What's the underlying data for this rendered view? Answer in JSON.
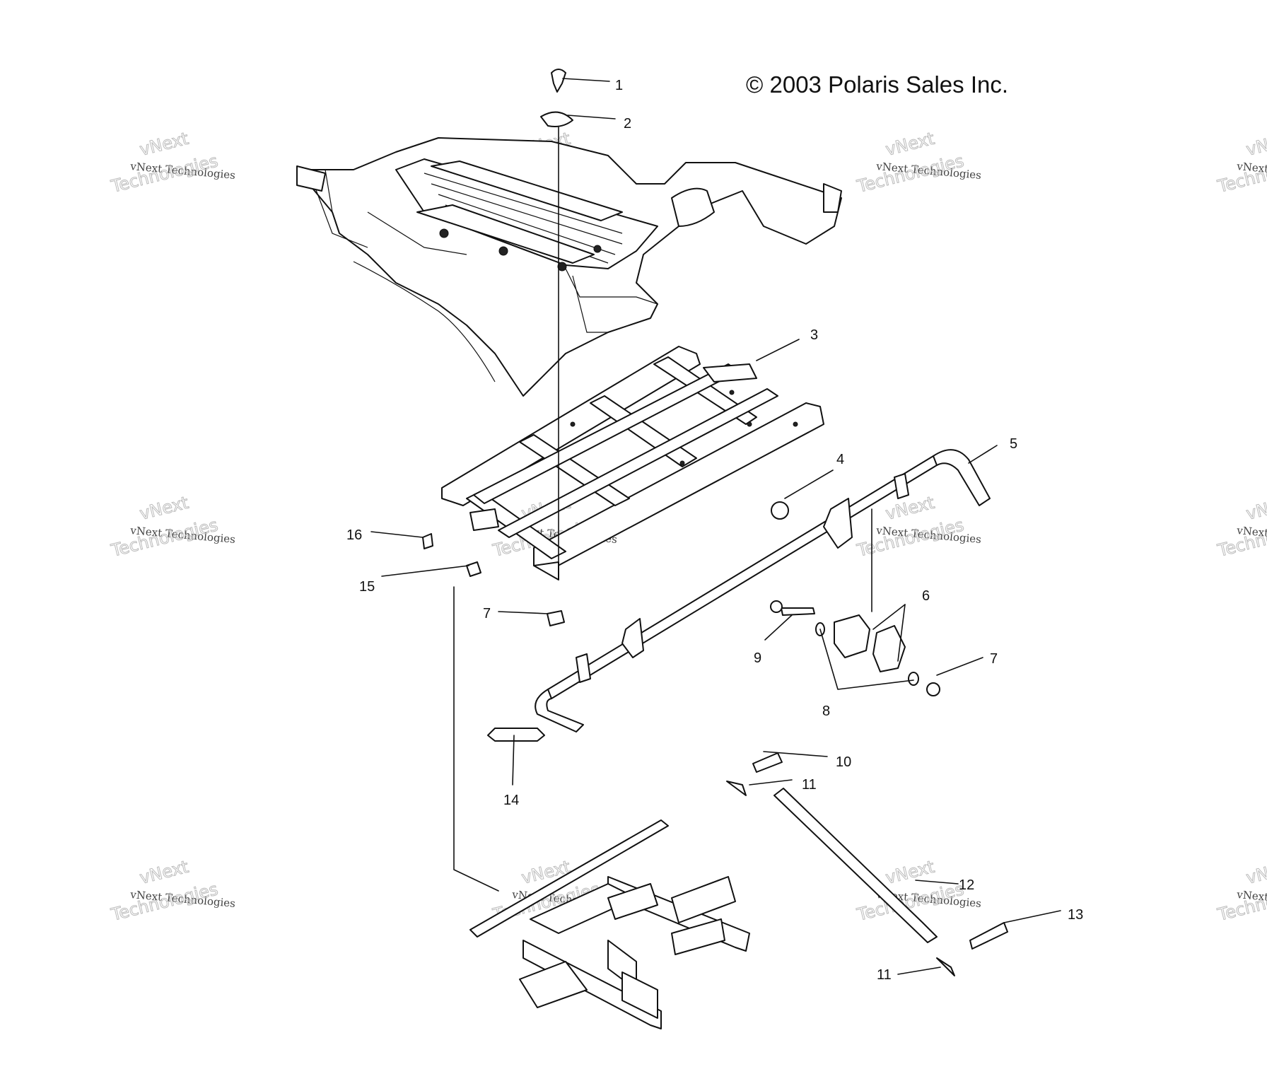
{
  "diagram": {
    "copyright": "© 2003 Polaris Sales Inc.",
    "watermark_line1": "vNext Technologies",
    "watermark_line2": "vNext",
    "watermark_line3": "Technologies",
    "callouts": [
      "1",
      "2",
      "3",
      "4",
      "5",
      "6",
      "7",
      "7",
      "8",
      "9",
      "10",
      "11",
      "11",
      "12",
      "13",
      "14",
      "15",
      "16"
    ]
  }
}
